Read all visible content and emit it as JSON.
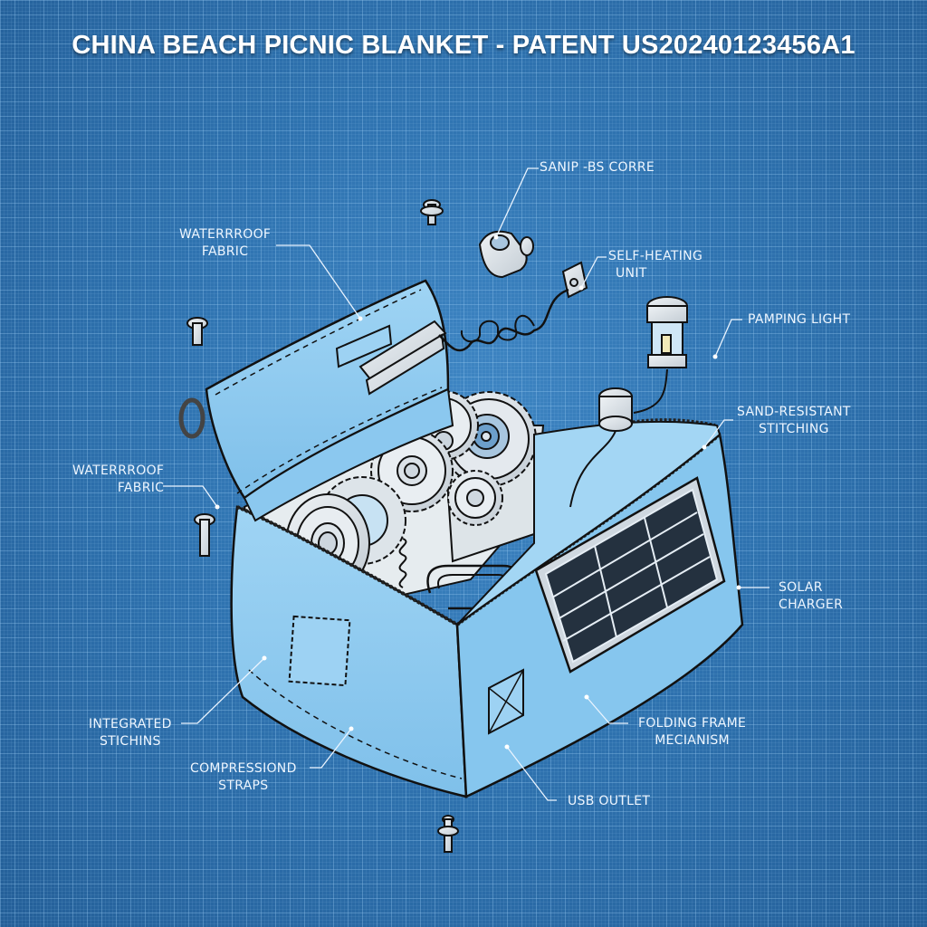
{
  "title": "CHINA BEACH PICNIC BLANKET - PATENT US20240123456A1",
  "colors": {
    "background": "#2f73b0",
    "grid_line": "#7fb3e0",
    "bag_fill": "#8ccaf0",
    "metal_fill": "#dfe5ea",
    "solar_panel": "#24313f",
    "label_text": "#eef6ff"
  },
  "callouts": [
    {
      "id": "sand-bs-corre",
      "line1": "SANIP -BS CORRE",
      "line2": ""
    },
    {
      "id": "self-heating-unit",
      "line1": "SELF-HEATING",
      "line2": "UNIT"
    },
    {
      "id": "waterproof-fabric-top",
      "line1": "WATERRROOF",
      "line2": "FABRIC"
    },
    {
      "id": "pamping-light",
      "line1": "PAMPING LIGHT",
      "line2": ""
    },
    {
      "id": "sand-resistant-stitching",
      "line1": "SAND-RESISTANT",
      "line2": "STITCHING"
    },
    {
      "id": "waterproof-fabric-left",
      "line1": "WATERRROOF",
      "line2": "FABRIC"
    },
    {
      "id": "solar-charger",
      "line1": "SOLAR",
      "line2": "CHARGER"
    },
    {
      "id": "integrated-stitchins",
      "line1": "INTEGRATED",
      "line2": "STICHINS"
    },
    {
      "id": "compressed-straps",
      "line1": "COMPRESSIOND",
      "line2": "STRAPS"
    },
    {
      "id": "folding-frame",
      "line1": "FOLDING FRAME",
      "line2": "MECIANISM"
    },
    {
      "id": "usb-outlet",
      "line1": "USB OUTLET",
      "line2": ""
    }
  ]
}
